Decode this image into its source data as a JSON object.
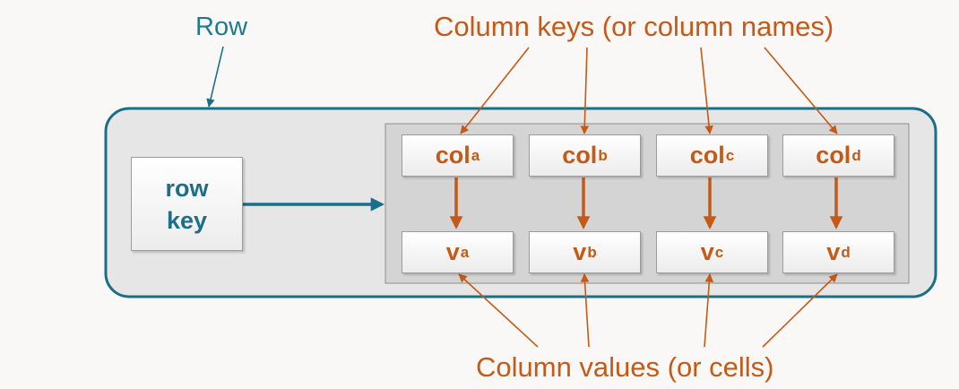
{
  "labels": {
    "row": "Row",
    "column_keys": "Column keys (or column names)",
    "column_values": "Column values (or cells)"
  },
  "row_key": {
    "line1": "row",
    "line2": "key"
  },
  "columns": [
    {
      "key_base": "col",
      "key_sub": "a",
      "value_base": "v",
      "value_sub": "a"
    },
    {
      "key_base": "col",
      "key_sub": "b",
      "value_base": "v",
      "value_sub": "b"
    },
    {
      "key_base": "col",
      "key_sub": "c",
      "value_base": "v",
      "value_sub": "c"
    },
    {
      "key_base": "col",
      "key_sub": "d",
      "value_base": "v",
      "value_sub": "d"
    }
  ],
  "colors": {
    "row_teal": "#1d7a91",
    "row_key_text": "#1c6f86",
    "annotation_orange": "#c55a17",
    "row_fill": "#e6e6e6",
    "inner_fill": "#d4d4d4"
  }
}
